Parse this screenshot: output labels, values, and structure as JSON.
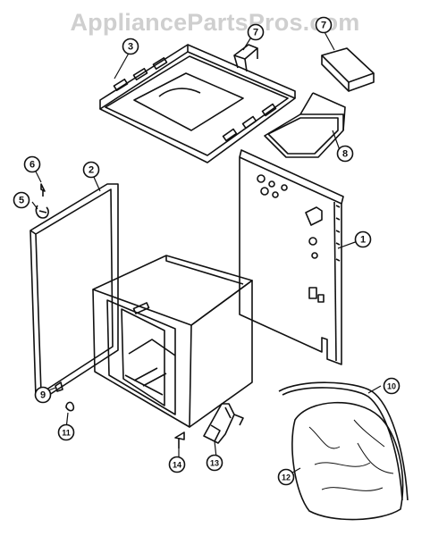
{
  "watermark": "AppliancePartsPros.com",
  "callouts": [
    {
      "id": "c1",
      "label": "1",
      "name": "callout-1"
    },
    {
      "id": "c2",
      "label": "2",
      "name": "callout-2"
    },
    {
      "id": "c3",
      "label": "3",
      "name": "callout-3"
    },
    {
      "id": "c5",
      "label": "5",
      "name": "callout-5"
    },
    {
      "id": "c6",
      "label": "6",
      "name": "callout-6"
    },
    {
      "id": "c7a",
      "label": "7",
      "name": "callout-7-bracket"
    },
    {
      "id": "c7b",
      "label": "7",
      "name": "callout-7-cap"
    },
    {
      "id": "c8",
      "label": "8",
      "name": "callout-8"
    },
    {
      "id": "c9",
      "label": "9",
      "name": "callout-9"
    },
    {
      "id": "c10",
      "label": "10",
      "name": "callout-10"
    },
    {
      "id": "c11",
      "label": "11",
      "name": "callout-11"
    },
    {
      "id": "c12",
      "label": "12",
      "name": "callout-12"
    },
    {
      "id": "c13",
      "label": "13",
      "name": "callout-13"
    },
    {
      "id": "c14",
      "label": "14",
      "name": "callout-14"
    }
  ]
}
